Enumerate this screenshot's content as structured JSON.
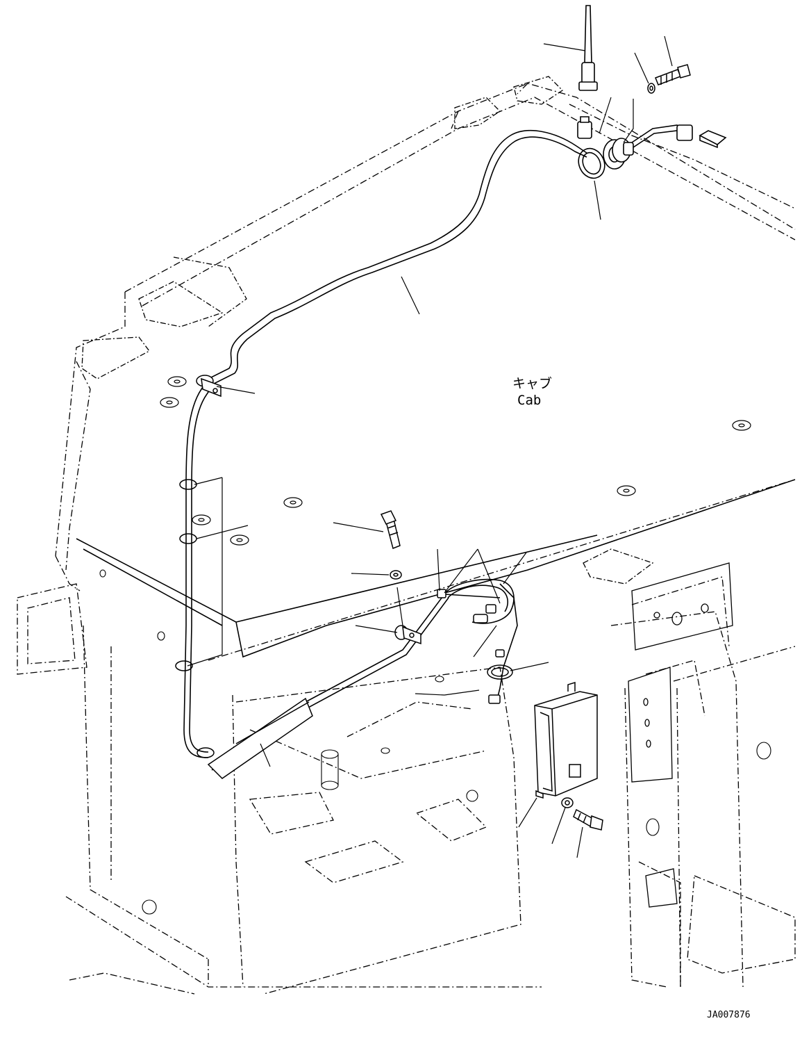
{
  "labels": {
    "cab_jp": "キャブ",
    "cab_en": "Cab",
    "drawing_id": "JA007876"
  },
  "colors": {
    "line": "#000000",
    "background": "#ffffff"
  }
}
